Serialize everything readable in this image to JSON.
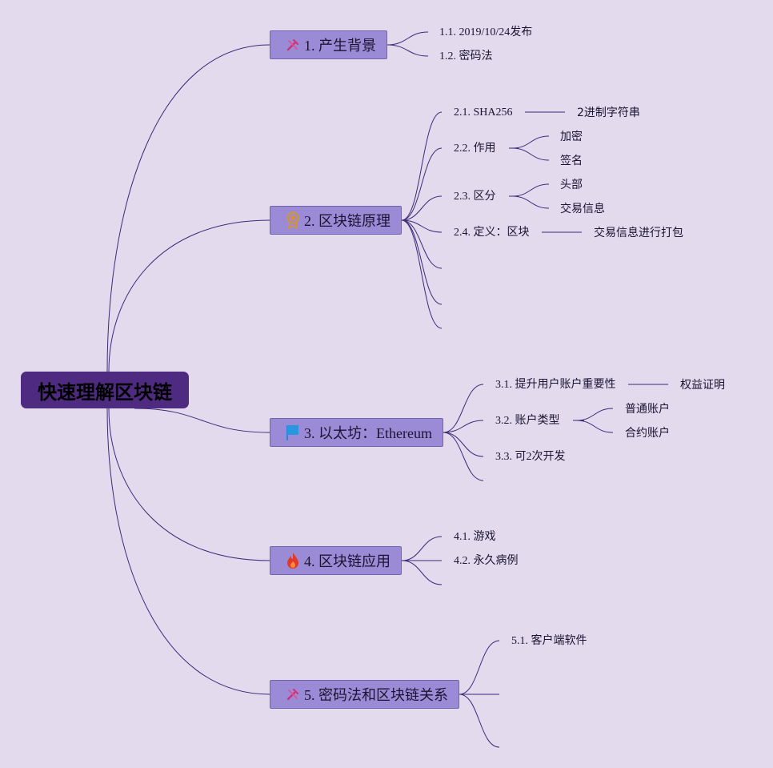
{
  "root": {
    "label": "快速理解区块链"
  },
  "topics": [
    {
      "label": "1. 产生背景",
      "icon": "tools-icon",
      "children": [
        {
          "label": "1.1. 2019/10/24发布",
          "children": []
        },
        {
          "label": "1.2. 密码法",
          "children": []
        }
      ]
    },
    {
      "label": "2. 区块链原理",
      "icon": "award-badge-icon",
      "children": [
        {
          "label": "2.1. SHA256",
          "children": [
            "2进制字符串"
          ]
        },
        {
          "label": "2.2. 作用",
          "children": [
            "加密",
            "签名"
          ]
        },
        {
          "label": "2.3. 区分",
          "children": [
            "头部",
            "交易信息"
          ]
        },
        {
          "label": "2.4. 定义：区块",
          "children": [
            "交易信息进行打包"
          ]
        }
      ]
    },
    {
      "label": "3. 以太坊：Ethereum",
      "icon": "flag-icon",
      "children": [
        {
          "label": "3.1. 提升用户账户重要性",
          "children": [
            "权益证明"
          ]
        },
        {
          "label": "3.2. 账户类型",
          "children": [
            "普通账户",
            "合约账户"
          ]
        },
        {
          "label": "3.3. 可2次开发",
          "children": []
        }
      ]
    },
    {
      "label": "4. 区块链应用",
      "icon": "fire-icon",
      "children": [
        {
          "label": "4.1. 游戏",
          "children": []
        },
        {
          "label": "4.2. 永久病例",
          "children": []
        }
      ]
    },
    {
      "label": "5. 密码法和区块链关系",
      "icon": "tools-icon",
      "children": [
        {
          "label": "5.1. 客户端软件",
          "children": []
        }
      ]
    }
  ],
  "colors": {
    "background": "#e3daee",
    "root_fill": "#4e2a80",
    "topic_fill": "#9b8bd6",
    "connector": "#3a2a78"
  }
}
